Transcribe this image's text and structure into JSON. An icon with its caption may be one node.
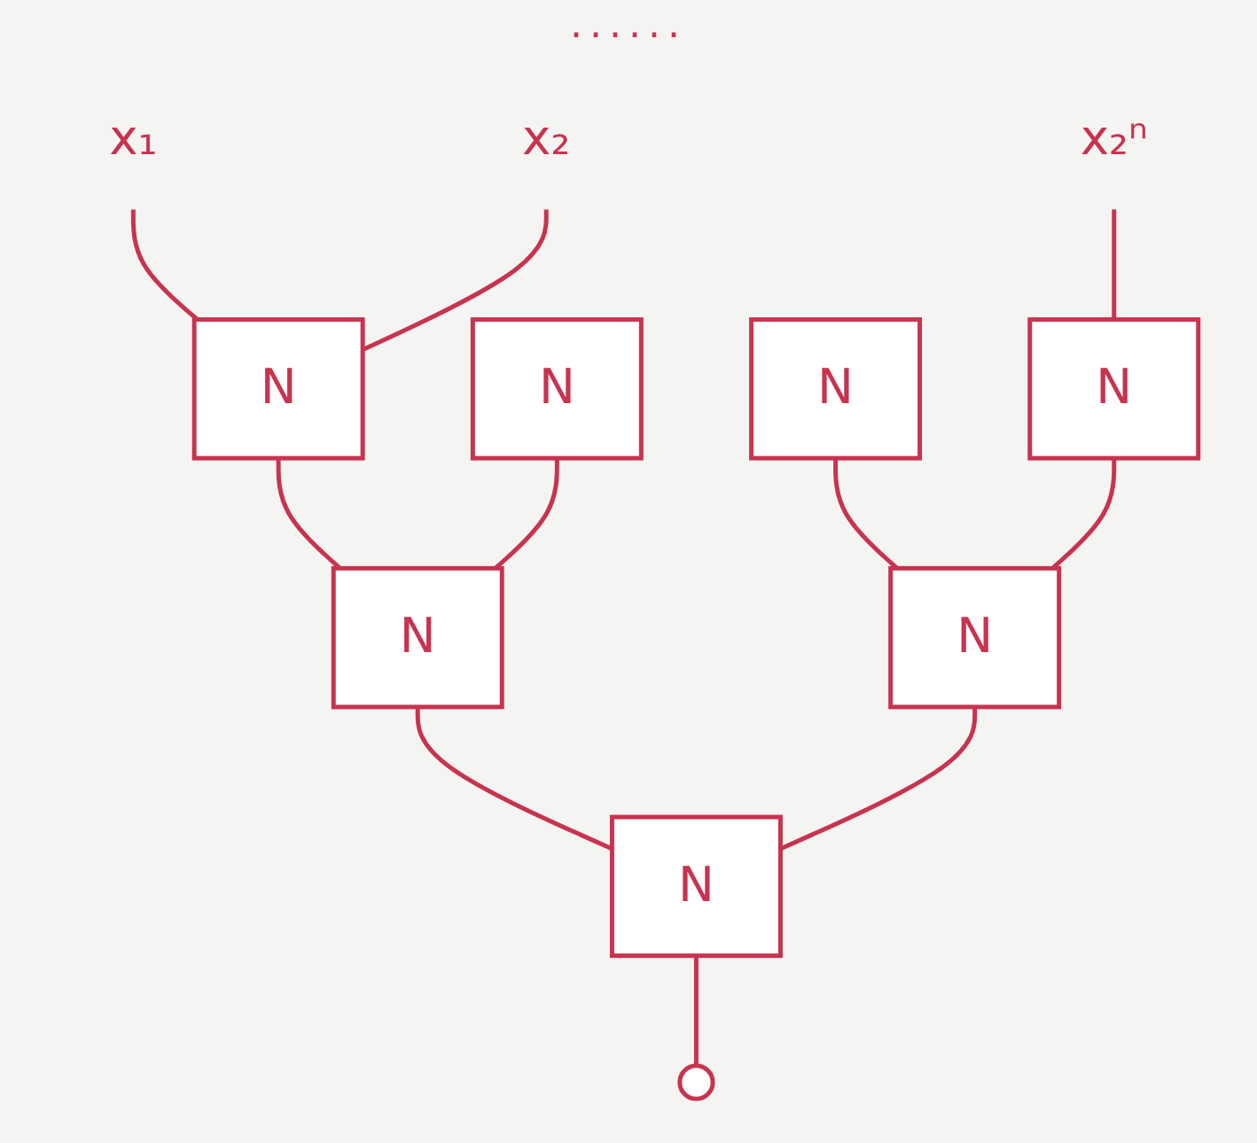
{
  "diagram": {
    "nodes": [
      {
        "text": [
          "x₁"
        ]
      },
      {
        "text": [
          "x₂"
        ]
      },
      {
        "text": [
          "x₂ⁿ"
        ]
      },
      {
        "text": [
          "N"
        ]
      },
      {
        "text": [
          "N"
        ]
      },
      {
        "text": [
          "N"
        ]
      },
      {
        "text": [
          "N"
        ]
      },
      {
        "text": [
          "N"
        ]
      },
      {
        "text": [
          "N"
        ]
      },
      {
        "text": [
          "N"
        ]
      },
      {
        "text": [],
        "shape": "circle"
      }
    ],
    "edges": [
      {
        "from": 0,
        "to": 3,
        "arrow": "none"
      },
      {
        "from": 1,
        "to": 3,
        "arrow": "none"
      },
      {
        "from": 2,
        "to": 6,
        "arrow": "none"
      },
      {
        "from": 3,
        "to": 7,
        "arrow": "none"
      },
      {
        "from": 4,
        "to": 7,
        "arrow": "none"
      },
      {
        "from": 5,
        "to": 8,
        "arrow": "none"
      },
      {
        "from": 6,
        "to": 8,
        "arrow": "none"
      },
      {
        "from": 7,
        "to": 9,
        "arrow": "none"
      },
      {
        "from": 8,
        "to": 9,
        "arrow": "none"
      },
      {
        "from": 9,
        "to": 10,
        "arrow": "none"
      }
    ],
    "labels": [
      "......"
    ]
  }
}
